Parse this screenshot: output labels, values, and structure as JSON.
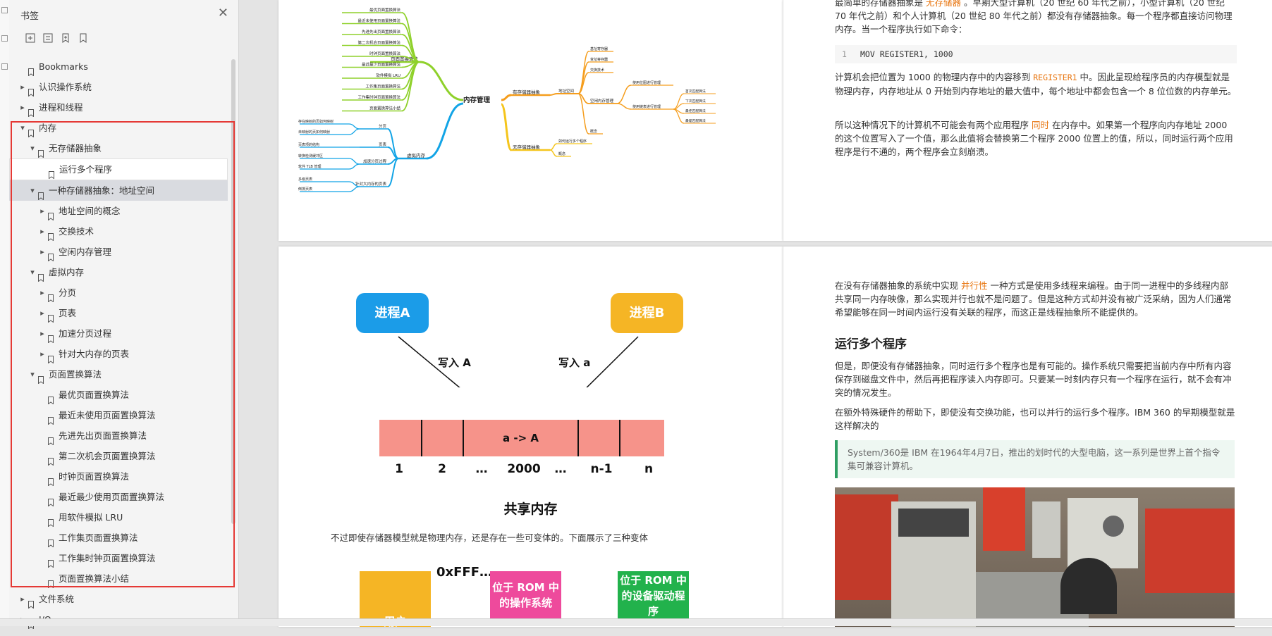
{
  "sidebar": {
    "title": "书签",
    "close_icon": "close-icon",
    "toolbar": [
      "add-bookmark-icon",
      "add-child-bookmark-icon",
      "expand-bookmark-icon",
      "bookmark-icon"
    ],
    "items": [
      {
        "label": "Bookmarks",
        "level": 0,
        "arrow": ""
      },
      {
        "label": "认识操作系统",
        "level": 0,
        "arrow": "▶"
      },
      {
        "label": "进程和线程",
        "level": 0,
        "arrow": "▶"
      },
      {
        "label": "内存",
        "level": 0,
        "arrow": "◢"
      },
      {
        "label": "无存储器抽象",
        "level": 1,
        "arrow": "◢"
      },
      {
        "label": "运行多个程序",
        "level": 2,
        "arrow": ""
      },
      {
        "label": "一种存储器抽象：地址空间",
        "level": 1,
        "arrow": "◢"
      },
      {
        "label": "地址空间的概念",
        "level": 2,
        "arrow": "▶"
      },
      {
        "label": "交换技术",
        "level": 2,
        "arrow": "▶"
      },
      {
        "label": "空闲内存管理",
        "level": 2,
        "arrow": "▶"
      },
      {
        "label": "虚拟内存",
        "level": 1,
        "arrow": "◢"
      },
      {
        "label": "分页",
        "level": 2,
        "arrow": "▶"
      },
      {
        "label": "页表",
        "level": 2,
        "arrow": "▶"
      },
      {
        "label": "加速分页过程",
        "level": 2,
        "arrow": "▶"
      },
      {
        "label": "针对大内存的页表",
        "level": 2,
        "arrow": "▶"
      },
      {
        "label": "页面置换算法",
        "level": 1,
        "arrow": "◢"
      },
      {
        "label": "最优页面置换算法",
        "level": 2,
        "arrow": ""
      },
      {
        "label": "最近未使用页面置换算法",
        "level": 2,
        "arrow": ""
      },
      {
        "label": "先进先出页面置换算法",
        "level": 2,
        "arrow": ""
      },
      {
        "label": "第二次机会页面置换算法",
        "level": 2,
        "arrow": ""
      },
      {
        "label": "时钟页面置换算法",
        "level": 2,
        "arrow": ""
      },
      {
        "label": "最近最少使用页面置换算法",
        "level": 2,
        "arrow": ""
      },
      {
        "label": "用软件模拟 LRU",
        "level": 2,
        "arrow": ""
      },
      {
        "label": "工作集页面置换算法",
        "level": 2,
        "arrow": ""
      },
      {
        "label": "工作集时钟页面置换算法",
        "level": 2,
        "arrow": ""
      },
      {
        "label": "页面置换算法小结",
        "level": 2,
        "arrow": ""
      },
      {
        "label": "文件系统",
        "level": 0,
        "arrow": "▶"
      },
      {
        "label": "I/O",
        "level": 0,
        "arrow": "▶"
      }
    ]
  },
  "mindmap": {
    "center": "内存管理",
    "left": [
      {
        "label": "页面置换算法",
        "children": [
          "最优页面置换算法",
          "最近未使用页面置换算法",
          "先进先出页面置换算法",
          "第二次机会页面置换算法",
          "时钟页面置换算法",
          "最近最少页面置换算法",
          "软件模拟 LRU",
          "工作集页面置换算法",
          "工作集时钟页面置换算法",
          "页面置换算法小结"
        ]
      },
      {
        "label": "虚拟内存",
        "children": [
          {
            "label": "分页",
            "children": [
              "存在映射的页如何映射",
              "未映射的页如何映射"
            ]
          },
          {
            "label": "页表",
            "children": [
              "页表项的结构"
            ]
          },
          {
            "label": "加速分页过程",
            "children": [
              "转换检测缓冲区",
              "软件 TLB 管理"
            ]
          },
          {
            "label": "针对大内存的页表",
            "children": [
              "多级页表",
              "倒排页表"
            ]
          }
        ]
      }
    ],
    "right": [
      {
        "label": "有存储器抽象",
        "children": [
          {
            "label": "地址空间",
            "children": [
              "基址寄存器",
              "变址寄存器",
              "交换技术"
            ]
          },
          {
            "label": "空闲内存管理",
            "children": [
              {
                "label": "使用位图进行管理",
                "children": []
              },
              {
                "label": "使用链表进行管理",
                "children": [
                  "首次匹配算法",
                  "下次匹配算法",
                  "最佳匹配算法",
                  "最差匹配算法"
                ]
              }
            ]
          },
          {
            "label": "概念",
            "children": []
          }
        ]
      },
      {
        "label": "无存储器抽象",
        "children": [
          "如何运行多个程序",
          "概念"
        ]
      }
    ]
  },
  "page_right_top": {
    "p1_a": "最简单的存储器抽象是",
    "p1_hl": "无存储器",
    "p1_b": "。早期大型计算机（20 世纪 60 年代之前），小型计算机（20 世纪 70 年代之前）和个人计算机（20 世纪 80 年代之前）都没有存储器抽象。每一个程序都直接访问物理内存。当一个程序执行如下命令：",
    "code_line": "1",
    "code": "MOV REGISTER1, 1000",
    "p2_a": "计算机会把位置为 1000 的物理内存中的内容移到",
    "p2_hl": "REGISTER1",
    "p2_b": "中。因此呈现给程序员的内存模型就是物理内存，内存地址从 0 开始到内存地址的最大值中，每个地址中都会包含一个 8 位位数的内存单元。",
    "p3_a": "所以这种情况下的计算机不可能会有两个应用程序",
    "p3_hl": "同时",
    "p3_b": "在内存中。如果第一个程序向内存地址 2000 的这个位置写入了一个值，那么此值将会替换第二个程序 2000 位置上的值，所以，同时运行两个应用程序是行不通的，两个程序会立刻崩溃。"
  },
  "diagram": {
    "proc_a": "进程A",
    "proc_b": "进程B",
    "write_a": "写入 A",
    "write_b": "写入 a",
    "cell_mid": "a -> A",
    "labels": [
      "1",
      "2",
      "…",
      "2000",
      "…",
      "n-1",
      "n"
    ],
    "caption": "共享内存",
    "para": "不过即使存储器模型就是物理内存，还是存在一些可变体的。下面展示了三种变体",
    "hex": "0xFFF…",
    "box_user": "用户",
    "box_rom_os": "位于 ROM 中的操作系统",
    "box_rom_dev": "位于 ROM 中的设备驱动程序"
  },
  "page_right_bottom": {
    "p1_a": "在没有存储器抽象的系统中实现",
    "p1_hl": "并行性",
    "p1_b": "一种方式是使用多线程来编程。由于同一进程中的多线程内部共享同一内存映像，那么实现并行也就不是问题了。但是这种方式却并没有被广泛采纳，因为人们通常希望能够在同一时间内运行没有关联的程序，而这正是线程抽象所不能提供的。",
    "heading": "运行多个程序",
    "p2": "但是，即便没有存储器抽象，同时运行多个程序也是有可能的。操作系统只需要把当前内存中所有内容保存到磁盘文件中，然后再把程序读入内存即可。只要某一时刻内存只有一个程序在运行，就不会有冲突的情况发生。",
    "p3": "在额外特殊硬件的帮助下，即使没有交换功能，也可以并行的运行多个程序。IBM 360 的早期模型就是这样解决的",
    "quote": "System/360是 IBM 在1964年4月7日，推出的划时代的大型电脑，这一系列是世界上首个指令集可兼容计算机。"
  },
  "colors": {
    "accent": "#e8750f",
    "red_box": "#e53935",
    "proc_a": "#1b9ce8",
    "proc_b": "#f5b525",
    "memory": "#f6938a",
    "quote_border": "#2f9e63"
  }
}
